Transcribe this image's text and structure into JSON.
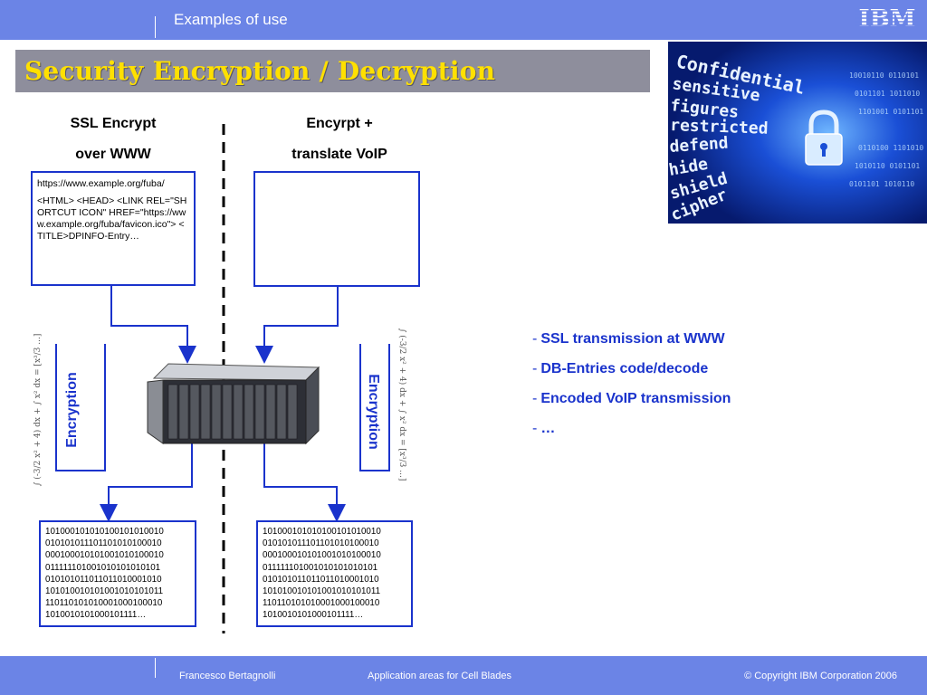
{
  "header": {
    "section_label": "Examples of use",
    "logo_text": "IBM"
  },
  "title": "Security Encryption / Decryption",
  "left_column": {
    "title_line1": "SSL Encrypt",
    "title_line2": "over WWW",
    "url": "https://www.example.org/fuba/",
    "html_snippet": "<HTML> <HEAD> <LINK REL=\"SHORTCUT ICON\" HREF=\"https://www.example.org/fuba/favicon.ico\"> <TITLE>DPINFO-Entry…",
    "encryption_label": "Encryption",
    "binary": "101000101010100101010010\n010101011101101010100010\n000100010101001010100010\n011111101001010101010101\n010101011011011010001010\n101010010101001010101011\n110110101010001000100010\n1010010101000101111…"
  },
  "right_column": {
    "title_line1": "Encyrpt +",
    "title_line2": "translate VoIP",
    "encryption_label": "Encryption",
    "binary": "101000101010100101010010\n010101011101101010100010\n000100010101001010100010\n011111101001010101010101\n010101011011011010001010\n101010010101001010101011\n110110101010001000100010\n1010010101000101111…"
  },
  "bullets": [
    "SSL transmission at WWW",
    "DB-Entries code/decode",
    "Encoded VoIP transmission",
    "…"
  ],
  "photo_words": [
    "Confidential",
    "sensitive",
    "figures",
    "restricted",
    "defend",
    "hide",
    "shield",
    "cipher"
  ],
  "footer": {
    "author": "Francesco Bertagnolli",
    "doc_title": "Application areas for Cell Blades",
    "copyright": "© Copyright IBM Corporation 2006"
  },
  "colors": {
    "bar": "#6b84e6",
    "title_bar": "#8e8e9c",
    "title_text": "#ffe000",
    "accent_blue": "#1a33cc"
  }
}
